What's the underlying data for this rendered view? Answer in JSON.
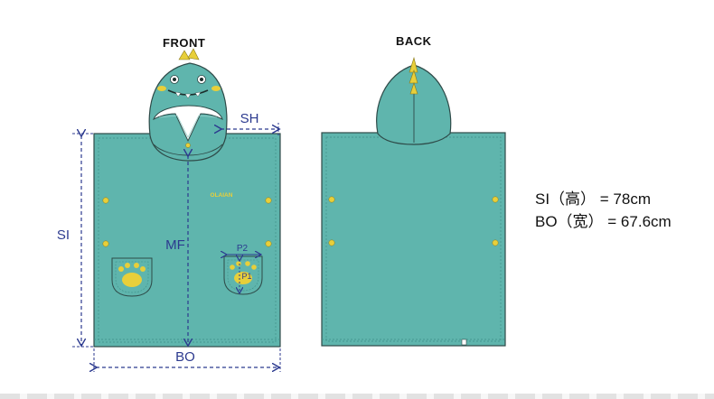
{
  "views": {
    "front_title": "FRONT",
    "back_title": "BACK"
  },
  "dimensions": {
    "sh": "SH",
    "si": "SI",
    "mf": "MF",
    "bo": "BO",
    "p1": "P1",
    "p2": "P2"
  },
  "brand_text": "OLAIAN",
  "specs": [
    "SI（高） = 78cm",
    "BO（宽） = 67.6cm"
  ],
  "colors": {
    "fabric": "#5fb5ad",
    "fabric_dark": "#4a9e96",
    "outline": "#2e4a48",
    "accent_yellow": "#e8cf3a",
    "dimension_blue": "#2c3a8f"
  }
}
